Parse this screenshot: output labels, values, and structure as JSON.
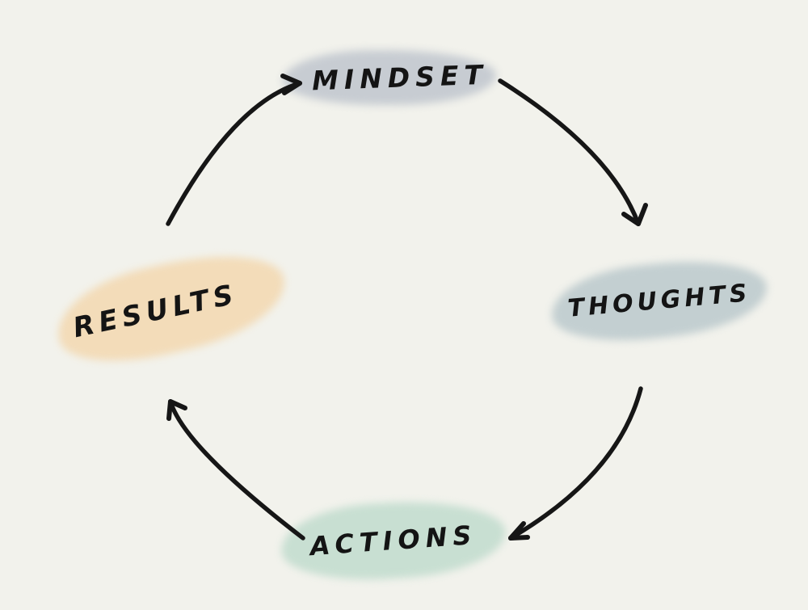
{
  "page": {
    "background_color": "#f2f2ec",
    "ink_color": "#161616"
  },
  "diagram": {
    "type": "cycle",
    "description": "Hand-drawn cycle diagram of four highlighted words connected clockwise by curved arrows",
    "nodes": [
      {
        "id": "mindset",
        "label": "MINDSET",
        "position": "top",
        "highlight_color": "#c7ccd2"
      },
      {
        "id": "thoughts",
        "label": "THOUGHTS",
        "position": "right",
        "highlight_color": "#c3cfd1"
      },
      {
        "id": "actions",
        "label": "ACTIONS",
        "position": "bottom",
        "highlight_color": "#c8dfd2"
      },
      {
        "id": "results",
        "label": "RESULTS",
        "position": "left",
        "highlight_color": "#f3dcb9"
      }
    ],
    "edges": [
      {
        "from": "mindset",
        "to": "thoughts"
      },
      {
        "from": "thoughts",
        "to": "actions"
      },
      {
        "from": "actions",
        "to": "results"
      },
      {
        "from": "results",
        "to": "mindset"
      }
    ]
  }
}
